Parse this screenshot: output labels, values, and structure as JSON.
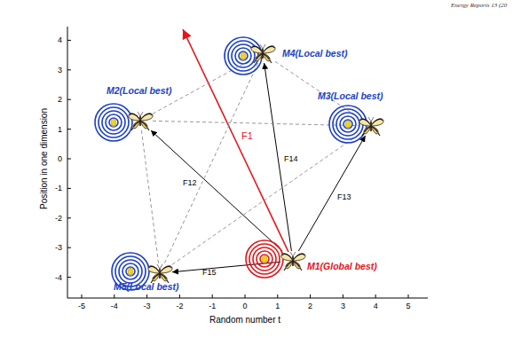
{
  "diagram": {
    "nodes": [
      {
        "text": [
          "M4(Local best)"
        ]
      },
      {
        "text": [
          "M2(Local best)"
        ]
      },
      {
        "text": [
          "M3(Local best)"
        ]
      },
      {
        "text": [
          "M1(Global best)"
        ]
      },
      {
        "text": [
          "M5(Local best)"
        ]
      }
    ],
    "edges": [
      {
        "from": 3,
        "to": 1,
        "arrow": "to",
        "label": "F12"
      },
      {
        "from": 3,
        "to": 2,
        "arrow": "to",
        "label": "F13"
      },
      {
        "from": 3,
        "to": 0,
        "arrow": "to",
        "label": "F14"
      },
      {
        "from": 3,
        "to": 4,
        "arrow": "to",
        "label": "F15"
      },
      {
        "from": 1,
        "to": 0,
        "arrow": "none"
      },
      {
        "from": 1,
        "to": 2,
        "arrow": "none"
      },
      {
        "from": 1,
        "to": 4,
        "arrow": "none"
      },
      {
        "from": 0,
        "to": 2,
        "arrow": "none"
      },
      {
        "from": 0,
        "to": 4,
        "arrow": "none"
      },
      {
        "from": 4,
        "to": 2,
        "arrow": "none"
      }
    ],
    "labels": [
      "Energy Reports 13 (20",
      "Position in one dimension",
      "Random number t",
      "F1",
      "4",
      "3",
      "2",
      "1",
      "0",
      "-1",
      "-2",
      "-3",
      "-4",
      "-5",
      "-4",
      "-3",
      "-2",
      "-1",
      "0",
      "1",
      "2",
      "3",
      "4",
      "5"
    ]
  }
}
